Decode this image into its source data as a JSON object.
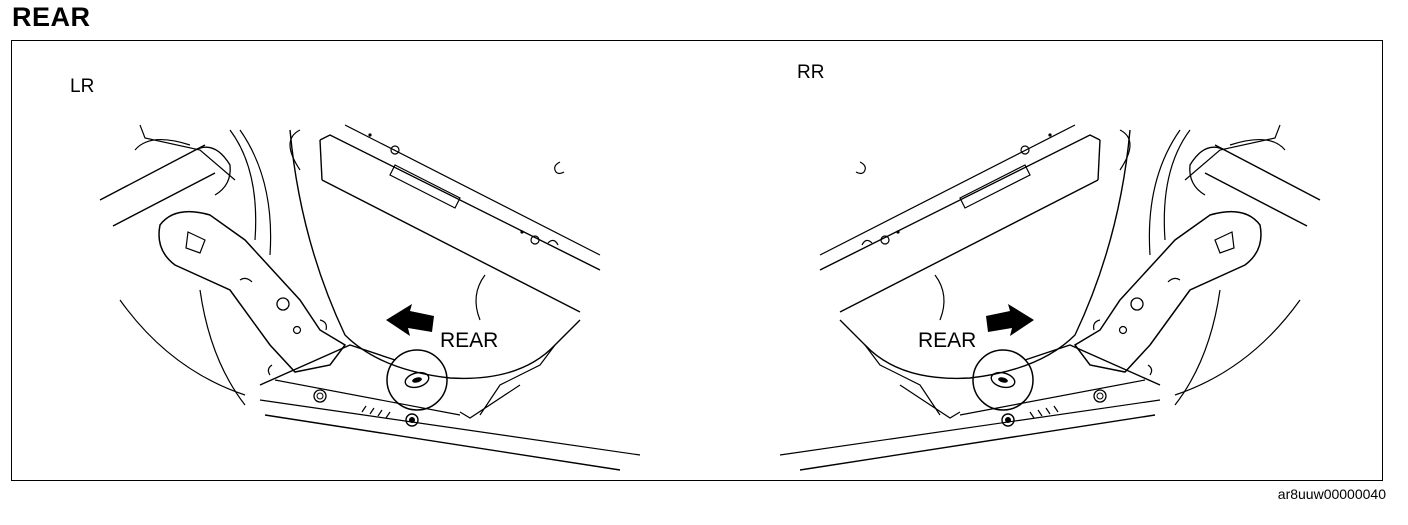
{
  "title": "REAR",
  "panels": {
    "left": {
      "label": "LR",
      "arrow_label": "REAR"
    },
    "right": {
      "label": "RR",
      "arrow_label": "REAR"
    }
  },
  "doc_code": "ar8uuw00000040"
}
